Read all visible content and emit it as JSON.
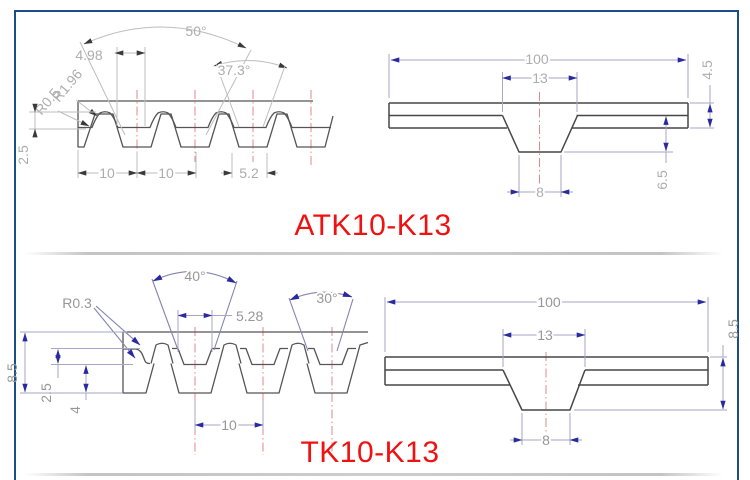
{
  "titles": {
    "top": "ATK10-K13",
    "bottom": "TK10-K13"
  },
  "colors": {
    "accent_border": "#1b4e88",
    "title_red": "#f01111",
    "centerline_red": "#d97575",
    "dimension_blue": "#2a2aa0"
  },
  "atk10_profile": {
    "angle_main": "50°",
    "tip_width": "4.98",
    "angle_groove": "37.3°",
    "radius_tip": "R1.96",
    "radius_root": "R0.5",
    "tooth_depth": "2.5",
    "pitch_a": "10",
    "pitch_b": "10",
    "groove_width": "5.2"
  },
  "atk10_section": {
    "belt_width": "100",
    "rib_top_width": "13",
    "rib_bottom_width": "8",
    "belt_thickness": "4.5",
    "total_depth": "6.5"
  },
  "tk10_profile": {
    "angle_tooth": "40°",
    "radius": "R0.3",
    "tip_width": "5.28",
    "angle_wedge": "30°",
    "total_height": "8.5",
    "tooth_depth": "2.5",
    "wedge_depth": "4",
    "pitch": "10"
  },
  "tk10_section": {
    "belt_width": "100",
    "rib_top_width": "13",
    "rib_bottom_width": "8",
    "total_thickness": "8.5"
  }
}
